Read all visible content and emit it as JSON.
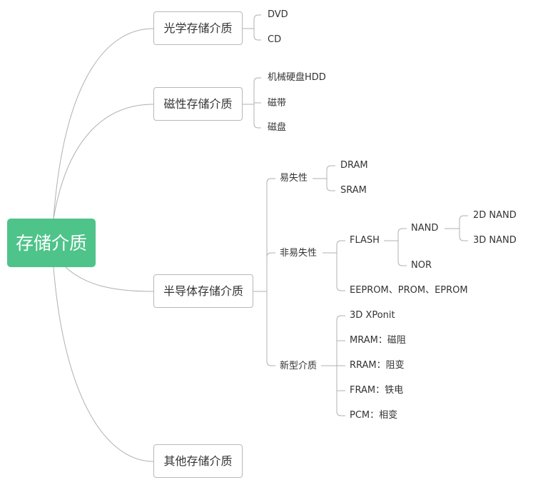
{
  "root": "存储介质",
  "categories": {
    "optical": "光学存储介质",
    "magnetic": "磁性存储介质",
    "semiconductor": "半导体存储介质",
    "other": "其他存储介质"
  },
  "optical_items": [
    "DVD",
    "CD"
  ],
  "magnetic_items": [
    "机械硬盘HDD",
    "磁带",
    "磁盘"
  ],
  "semiconductor": {
    "volatile": {
      "label": "易失性",
      "items": [
        "DRAM",
        "SRAM"
      ]
    },
    "nonvolatile": {
      "label": "非易失性",
      "flash": "FLASH",
      "nand": "NAND",
      "nand_items": [
        "2D NAND",
        "3D NAND"
      ],
      "nor": "NOR",
      "eeprom": "EEPROM、PROM、EPROM"
    },
    "new_type": {
      "label": "新型介质",
      "items": [
        "3D XPonit",
        "MRAM：磁阻",
        "RRAM：阻变",
        "FRAM：铁电",
        "PCM：相变"
      ]
    }
  },
  "colors": {
    "root_fill": "#4ec38a",
    "line": "#b0b0b0",
    "box_border": "#b8b8b8"
  }
}
